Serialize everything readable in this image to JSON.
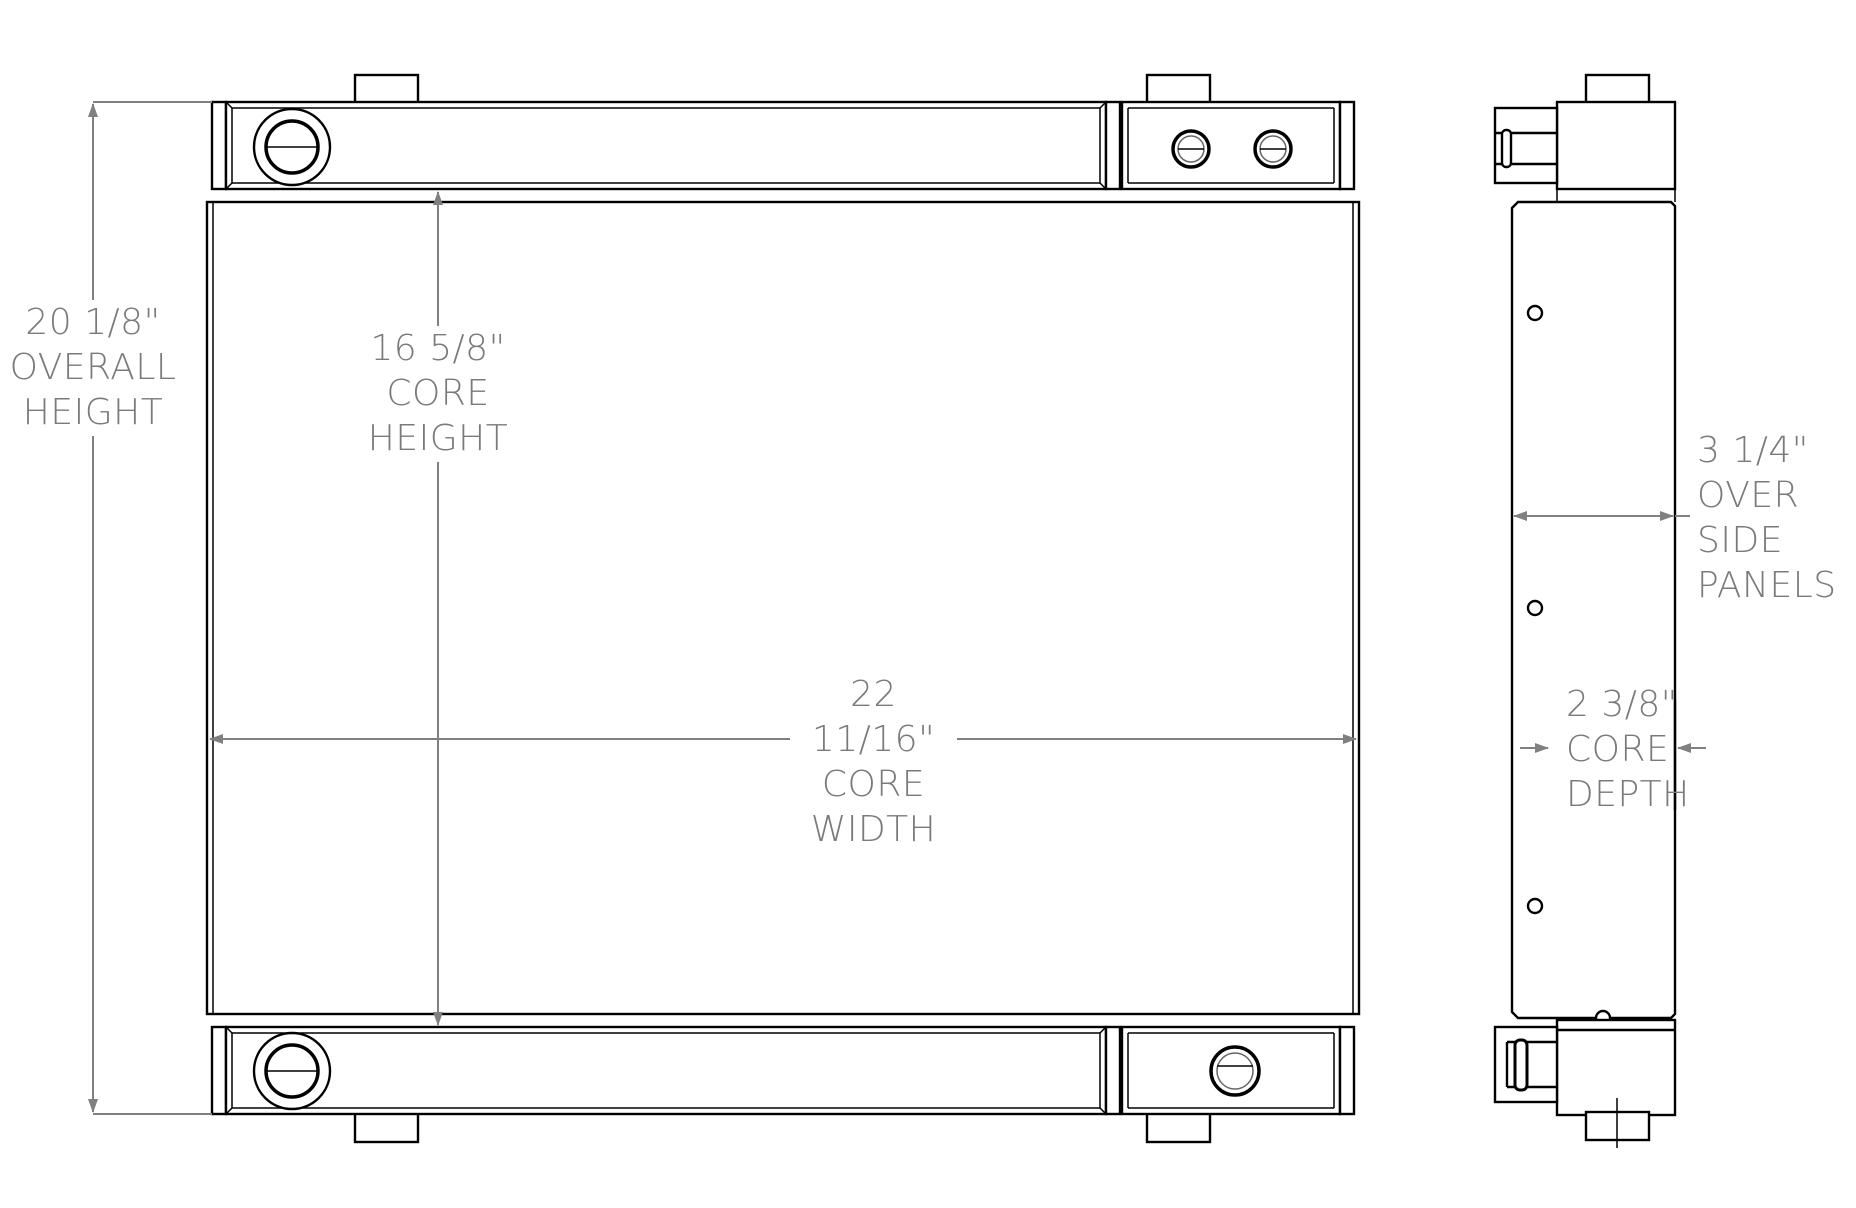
{
  "drawing": {
    "type": "radiator technical drawing",
    "views": [
      "front-view",
      "side-view"
    ],
    "line_color": "#000000",
    "dimension_color": "#808080"
  },
  "dimensions": {
    "overall_height": {
      "value": "20 1/8\"",
      "line1": "OVERALL",
      "line2": "HEIGHT"
    },
    "core_height": {
      "value": "16 5/8\"",
      "line1": "CORE",
      "line2": "HEIGHT"
    },
    "core_width": {
      "value": "22 11/16\"",
      "line1": "CORE",
      "line2": "WIDTH"
    },
    "over_side_panels": {
      "value": "3 1/4\"",
      "line1": "OVER",
      "line2": "SIDE",
      "line3": "PANELS"
    },
    "core_depth": {
      "value": "2 3/8\"",
      "line1": "CORE",
      "line2": "DEPTH"
    }
  }
}
